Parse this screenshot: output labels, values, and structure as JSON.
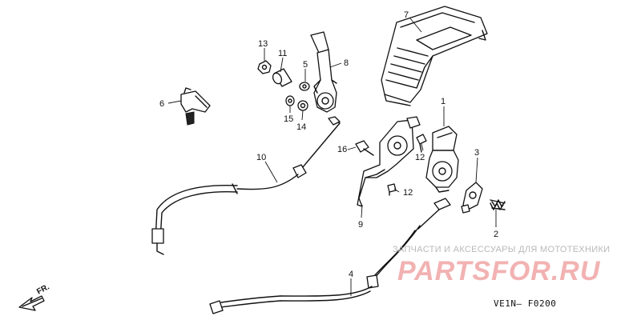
{
  "callouts": [
    {
      "id": "c1",
      "text": "1"
    },
    {
      "id": "c2",
      "text": "2"
    },
    {
      "id": "c3",
      "text": "3"
    },
    {
      "id": "c4",
      "text": "4"
    },
    {
      "id": "c5",
      "text": "5"
    },
    {
      "id": "c6",
      "text": "6"
    },
    {
      "id": "c7",
      "text": "7"
    },
    {
      "id": "c8",
      "text": "8"
    },
    {
      "id": "c9",
      "text": "9"
    },
    {
      "id": "c10",
      "text": "10"
    },
    {
      "id": "c11",
      "text": "11"
    },
    {
      "id": "c12a",
      "text": "12"
    },
    {
      "id": "c12b",
      "text": "12"
    },
    {
      "id": "c13",
      "text": "13"
    },
    {
      "id": "c14",
      "text": "14"
    },
    {
      "id": "c15",
      "text": "15"
    },
    {
      "id": "c16",
      "text": "16"
    }
  ],
  "direction_marker": "FR.",
  "diagram_code": "VE1N— F0200",
  "watermark": {
    "tagline": "ЗАПЧАСТИ И АКСЕССУАРЫ ДЛЯ МОТОТЕХНИКИ",
    "logo": "PARTSFOR.RU"
  }
}
